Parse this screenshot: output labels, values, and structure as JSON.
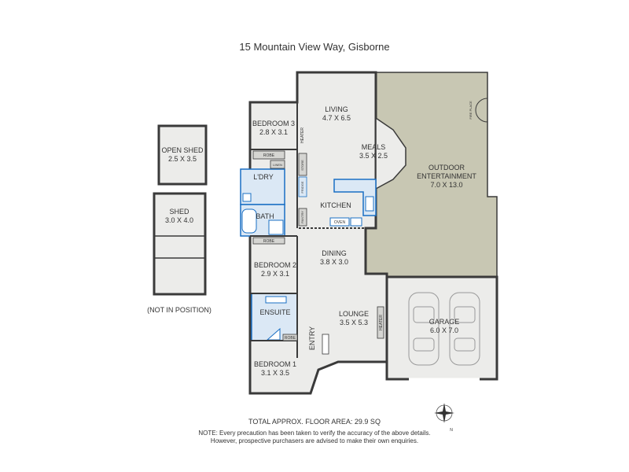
{
  "title": "15 Mountain View Way, Gisborne",
  "rooms": {
    "living": {
      "name": "LIVING",
      "dims": "4.7 X 6.5"
    },
    "meals": {
      "name": "MEALS",
      "dims": "3.5 X 2.5"
    },
    "outdoor": {
      "name": "OUTDOOR",
      "name2": "ENTERTAINMENT",
      "dims": "7.0 X 13.0"
    },
    "bedroom3": {
      "name": "BEDROOM 3",
      "dims": "2.8 X 3.1"
    },
    "laundry": {
      "name": "L'DRY"
    },
    "bath": {
      "name": "BATH"
    },
    "kitchen": {
      "name": "KITCHEN"
    },
    "bedroom2": {
      "name": "BEDROOM 2",
      "dims": "2.9 X 3.1"
    },
    "dining": {
      "name": "DINING",
      "dims": "3.8 X 3.0"
    },
    "ensuite": {
      "name": "ENSUITE"
    },
    "lounge": {
      "name": "LOUNGE",
      "dims": "3.5 X 5.3"
    },
    "garage": {
      "name": "GARAGE",
      "dims": "6.0 X 7.0"
    },
    "bedroom1": {
      "name": "BEDROOM 1",
      "dims": "3.1 X 3.5"
    },
    "open_shed": {
      "name": "OPEN SHED",
      "dims": "2.5 X 3.5"
    },
    "shed": {
      "name": "SHED",
      "dims": "3.0 X 4.0"
    }
  },
  "fixtures": {
    "robe": "ROBE",
    "linen": "LINEN",
    "heater": "HEATER",
    "store": "STORE",
    "fridge": "FRIDGE",
    "pantry": "PANTRY",
    "oven": "OVEN",
    "entry": "ENTRY",
    "fireplace": "FIRE PLACE"
  },
  "not_in_position": "(NOT IN POSITION)",
  "total_area": "TOTAL APPROX. FLOOR AREA: 29.9 SQ",
  "note_line1": "NOTE: Every precaution has been taken to verify the accuracy of the above details.",
  "note_line2": "However, prospective purchasers are advised to make their own enquiries.",
  "compass_label": "N",
  "colors": {
    "wall": "#3a3a3a",
    "floor": "#ececea",
    "wet": "#dbe8f5",
    "outdoor": "#c8c7b3",
    "wetline": "#1a6fc4"
  }
}
